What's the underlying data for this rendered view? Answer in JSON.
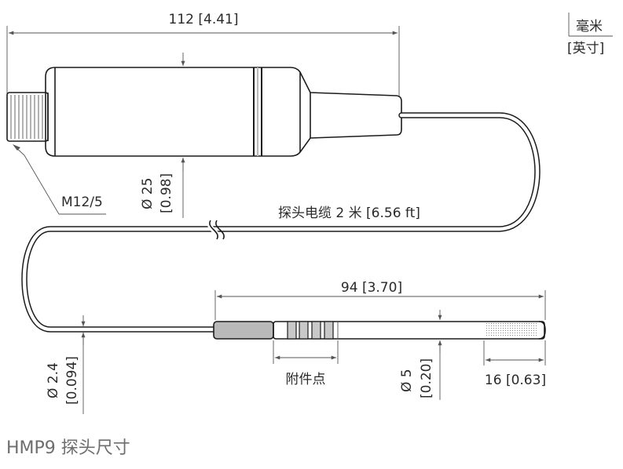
{
  "units": {
    "primary": "毫米",
    "secondary": "[英寸]"
  },
  "dimensions": {
    "total_length": "112 [4.41]",
    "body_diameter_value": "Ø 25",
    "body_diameter_inch": "[0.98]",
    "connector": "M12/5",
    "cable_length": "探头电缆 2 米 [6.56 ft]",
    "probe_length": "94 [3.70]",
    "cable_diameter_value": "Ø 2.4",
    "cable_diameter_inch": "[0.094]",
    "attachment_points": "附件点",
    "probe_diameter_value": "Ø 5",
    "probe_diameter_inch": "[0.20]",
    "filter_length": "16 [0.63]"
  },
  "caption": "HMP9 探头尺寸"
}
